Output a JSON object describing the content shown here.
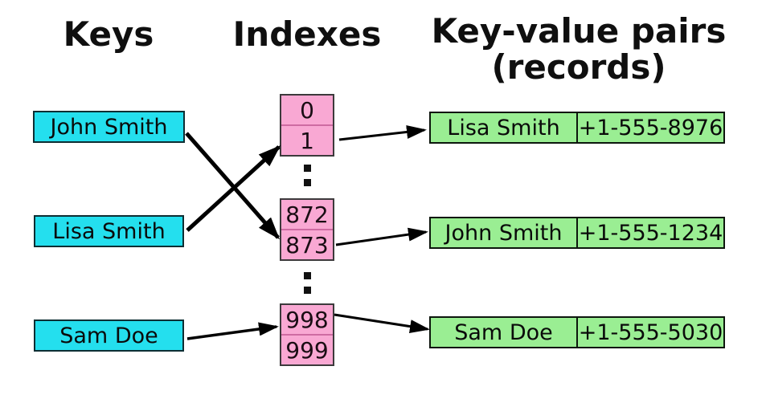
{
  "headings": {
    "keys": "Keys",
    "indexes": "Indexes",
    "kv_line1": "Key-value pairs",
    "kv_line2": "(records)"
  },
  "keys": [
    {
      "label": "John Smith"
    },
    {
      "label": "Lisa Smith"
    },
    {
      "label": "Sam Doe"
    }
  ],
  "index_stacks": [
    {
      "cells": [
        "0",
        "1"
      ]
    },
    {
      "cells": [
        "872",
        "873"
      ]
    },
    {
      "cells": [
        "998",
        "999"
      ]
    }
  ],
  "ellipsis_icon": "vertical-ellipsis",
  "records": [
    {
      "name": "Lisa Smith",
      "phone": "+1-555-8976"
    },
    {
      "name": "John Smith",
      "phone": "+1-555-1234"
    },
    {
      "name": "Sam Doe",
      "phone": "+1-555-5030"
    }
  ],
  "arrows": [
    {
      "from": "key-john-smith",
      "to": "index-873"
    },
    {
      "from": "key-lisa-smith",
      "to": "index-1"
    },
    {
      "from": "key-sam-doe",
      "to": "index-998"
    },
    {
      "from": "index-1",
      "to": "record-lisa-smith"
    },
    {
      "from": "index-873",
      "to": "record-john-smith"
    },
    {
      "from": "index-998",
      "to": "record-sam-doe"
    }
  ],
  "colors": {
    "key_fill": "#24dfee",
    "index_fill": "#f9a8d3",
    "record_fill": "#9aee93",
    "arrow": "#000000"
  }
}
